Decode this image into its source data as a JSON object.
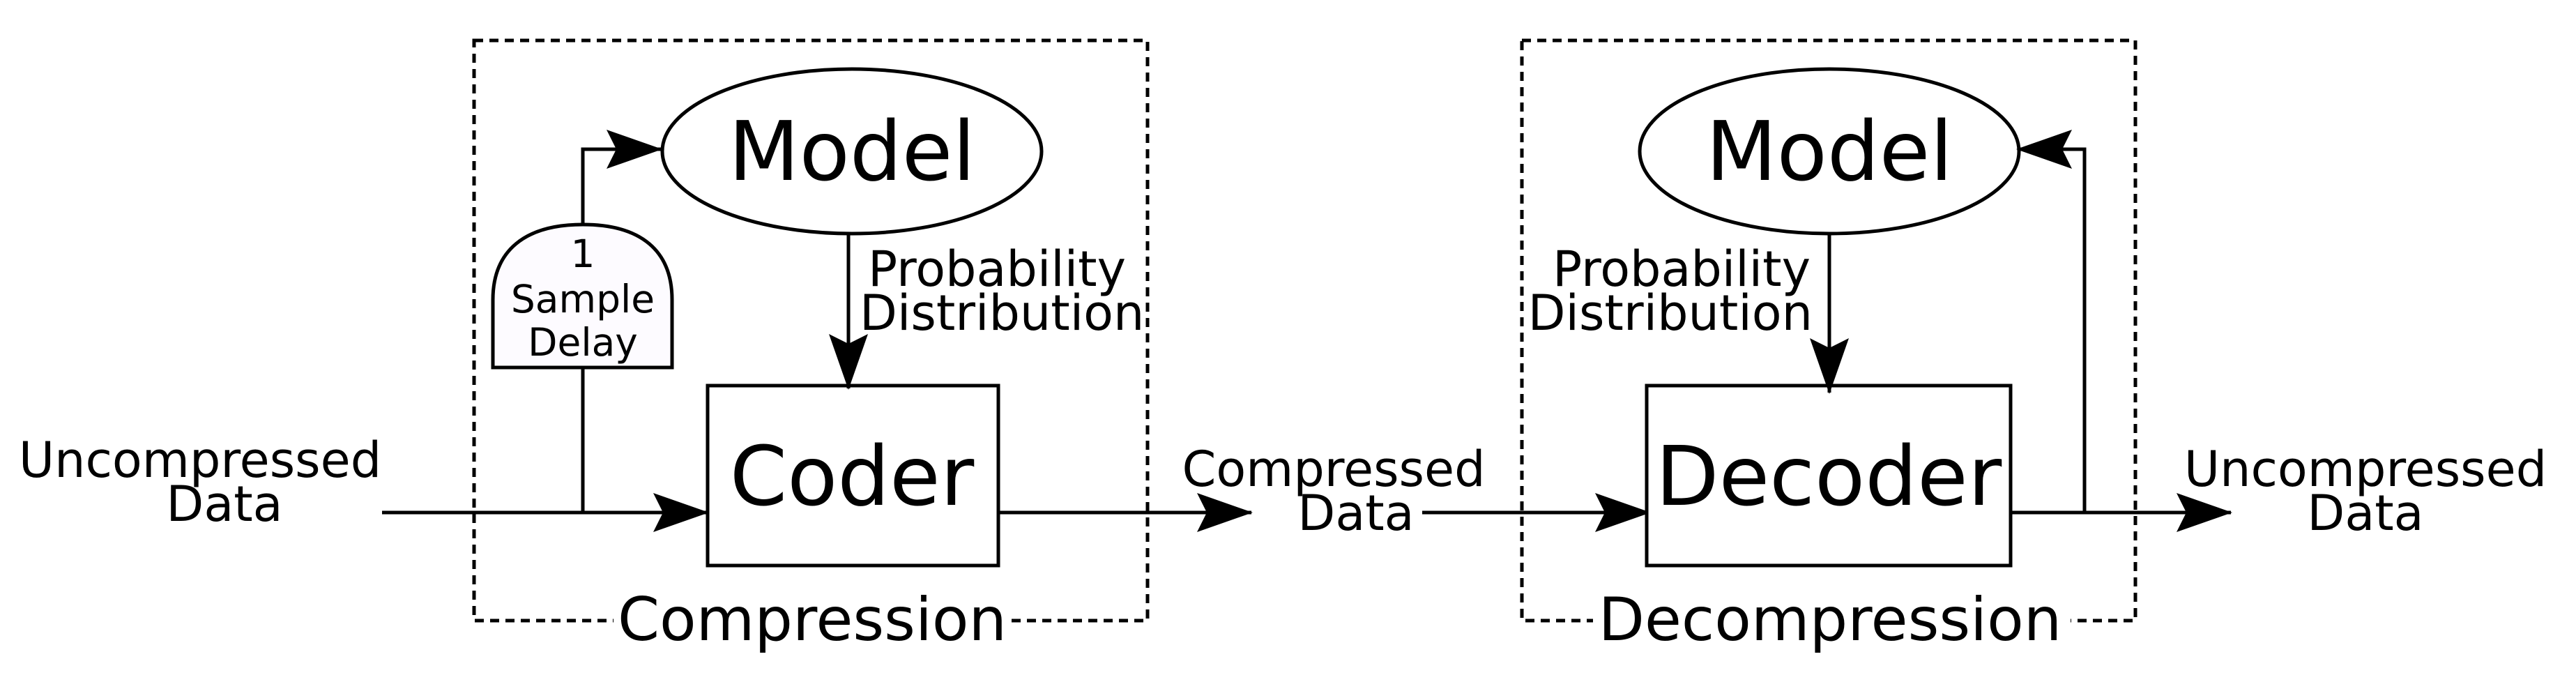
{
  "compression": {
    "frame_label": "Compression",
    "model_label": "Model",
    "coder_label": "Coder",
    "probability_line1": "Probability",
    "probability_line2": "Distribution",
    "delay_line1": "1",
    "delay_line2": "Sample",
    "delay_line3": "Delay"
  },
  "decompression": {
    "frame_label": "Decompression",
    "model_label": "Model",
    "decoder_label": "Decoder",
    "probability_line1": "Probability",
    "probability_line2": "Distribution"
  },
  "input": {
    "line1": "Uncompressed",
    "line2": "Data"
  },
  "middle": {
    "line1": "Compressed",
    "line2": "Data"
  },
  "output": {
    "line1": "Uncompressed",
    "line2": "Data"
  }
}
